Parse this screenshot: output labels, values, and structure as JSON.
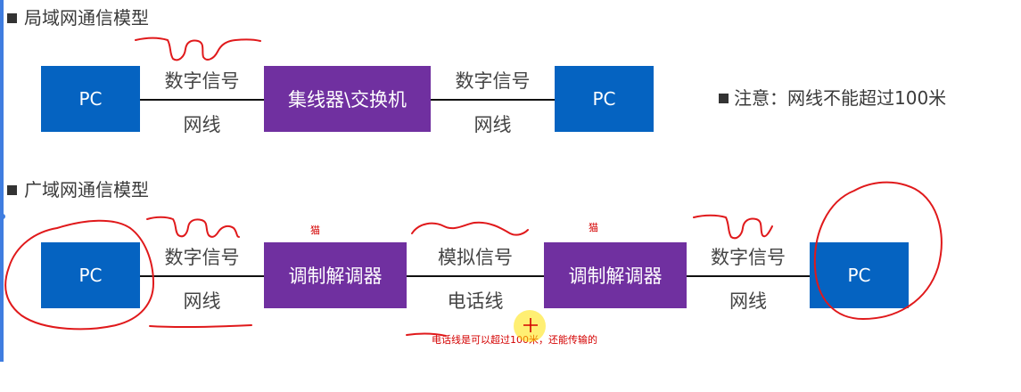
{
  "lan": {
    "title": "局域网通信模型",
    "pc_left": "PC",
    "signal_left": "数字信号",
    "medium_left": "网线",
    "hub": "集线器\\交换机",
    "signal_right": "数字信号",
    "medium_right": "网线",
    "pc_right": "PC",
    "note": "注意：网线不能超过100米"
  },
  "wan": {
    "title": "广域网通信模型",
    "pc_left": "PC",
    "signal_left": "数字信号",
    "medium_left": "网线",
    "modem_left": "调制解调器",
    "modem_left_annotation": "猫",
    "signal_middle": "模拟信号",
    "medium_middle": "电话线",
    "modem_right": "调制解调器",
    "modem_right_annotation": "猫",
    "signal_right": "数字信号",
    "medium_right": "网线",
    "pc_right": "PC",
    "phone_line_note": "电话线是可以超过100米，还能传输的"
  },
  "colors": {
    "pc_box": "#0563c1",
    "device_box": "#7030a0",
    "annotation": "#d40000"
  }
}
